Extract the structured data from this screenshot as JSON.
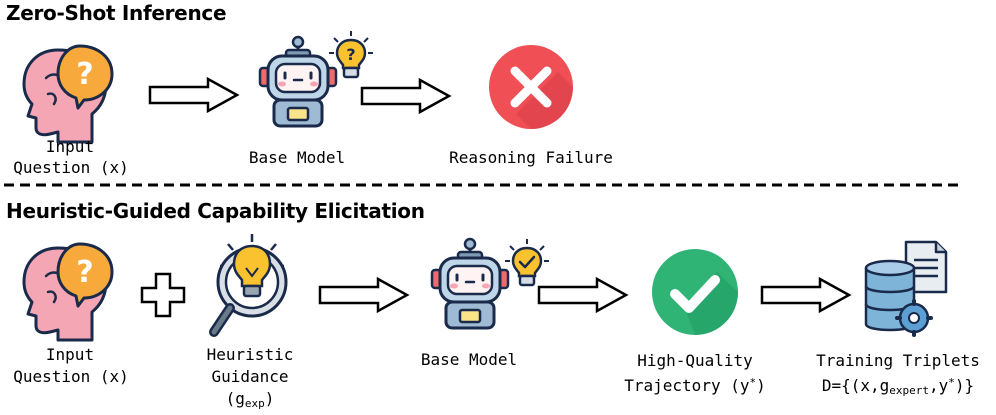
{
  "section1": {
    "title": "Zero-Shot Inference",
    "input_line1": "Input",
    "input_line2": "Question (x)",
    "model_label": "Base Model",
    "result_label": "Reasoning Failure"
  },
  "section2": {
    "title": "Heuristic-Guided Capability Elicitation",
    "input_line1": "Input",
    "input_line2": "Question (x)",
    "guidance_line1": "Heuristic",
    "guidance_line2": "Guidance",
    "guidance_open": "(g",
    "guidance_sub": "exp",
    "guidance_close": ")",
    "model_label": "Base Model",
    "trajectory_line1": "High-Quality",
    "trajectory_line2_prefix": "Trajectory (y",
    "trajectory_sup": "*",
    "trajectory_line2_suffix": ")",
    "triplets_line1": "Training Triplets",
    "triplets_prefix": "D={(x,g",
    "triplets_sub": "expert",
    "triplets_mid": ",y",
    "triplets_sup": "*",
    "triplets_suffix": ")}"
  },
  "icons": {
    "head": "head-question-icon",
    "robot": "robot-icon",
    "bulb": "lightbulb-icon",
    "fail": "x-circle-icon",
    "success": "check-circle-icon",
    "database": "database-document-icon",
    "plus": "plus-icon",
    "arrow": "arrow-icon"
  },
  "colors": {
    "fail_red": "#ef4f55",
    "success_green": "#2fb475",
    "bulb_yellow": "#f9c22e",
    "head_pink": "#f4a6b5",
    "bubble_orange": "#f7a93b",
    "robot_blue": "#bfd6e8"
  }
}
